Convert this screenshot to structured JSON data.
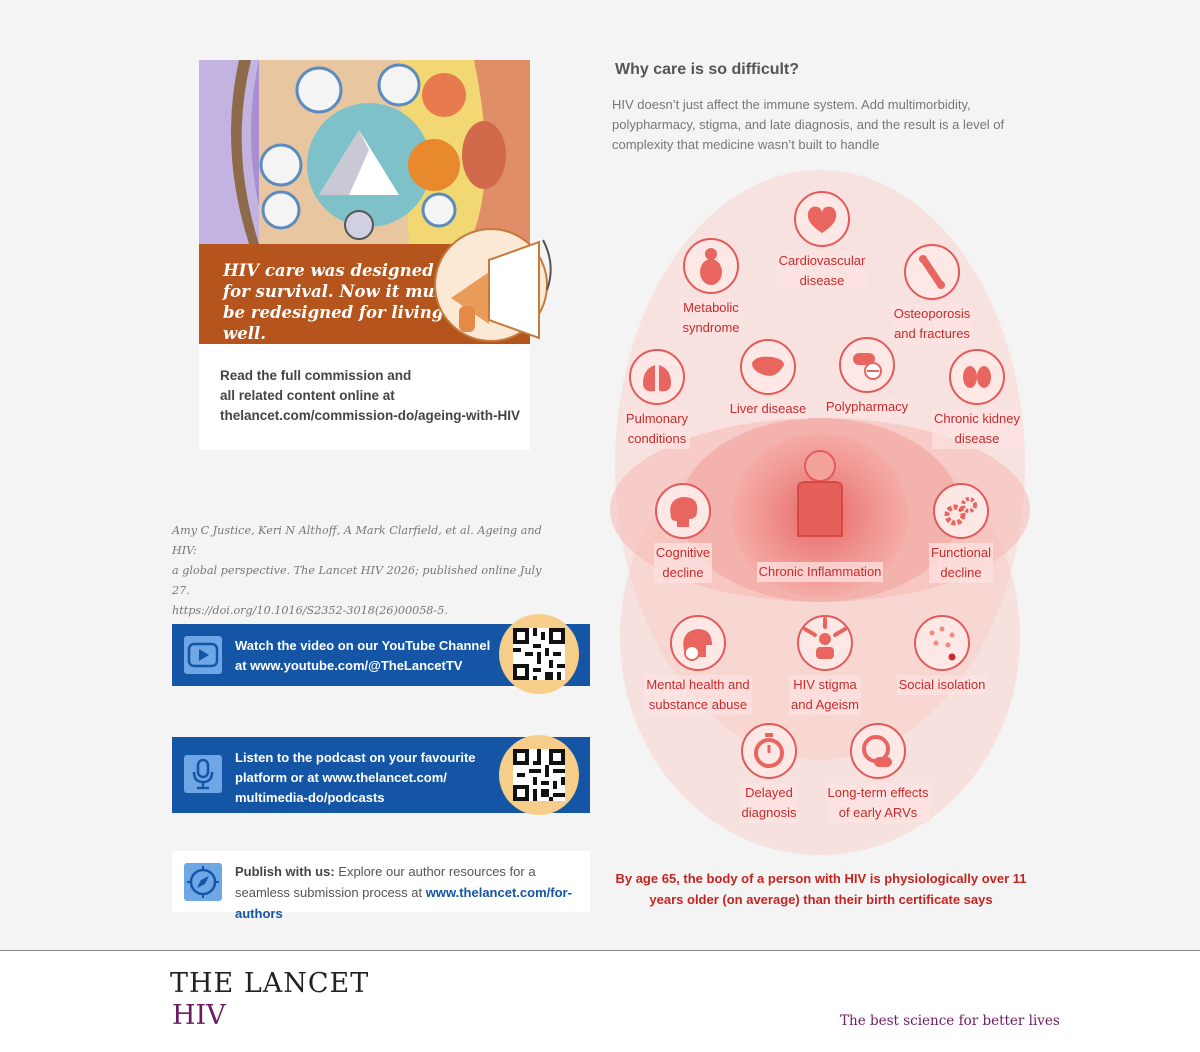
{
  "cover": {
    "slogan": "HIV care was designed for survival. Now it must be redesigned for living well.",
    "read_text_1": "Read the full commission and",
    "read_text_2": "all related content online at",
    "read_url": "thelancet.com/commission-do/ageing-with-HIV"
  },
  "citation": {
    "line1": "Amy C Justice, Keri N Althoff, A Mark Clarfield, et al. Ageing and HIV:",
    "line2": "a global perspective. The Lancet HIV 2026; published online July 27.",
    "line3": " https://doi.org/10.1016/S2352-3018(26)00058-5."
  },
  "youtube": {
    "line1": "Watch the video on our YouTube Channel",
    "line2": " at www.youtube.com/@TheLancetTV"
  },
  "podcast": {
    "line1": "Listen to the podcast on your favourite",
    "line2": "platform or at www.thelancet.com/",
    "line3": "multimedia-do/podcasts"
  },
  "publish": {
    "bold": "Publish with us:",
    "text": " Explore our author resources for a seamless submission process at ",
    "link": "www.thelancet.com/for-authors"
  },
  "why": {
    "title": "Why care is so difficult?",
    "body": "HIV doesn’t just affect the immune system. Add multimorbidity, polypharmacy, stigma, and late diagnosis, and the result is a level of complexity that medicine wasn’t built to handle"
  },
  "diagram": {
    "center": "Chronic Inflammation",
    "nodes": [
      {
        "id": "cardio",
        "line1": "Cardiovascular",
        "line2": "disease",
        "icon": "heart-icon"
      },
      {
        "id": "metabolic",
        "line1": "Metabolic",
        "line2": "syndrome",
        "icon": "body-icon"
      },
      {
        "id": "osteo",
        "line1": "Osteoporosis",
        "line2": "and fractures",
        "icon": "bone-icon"
      },
      {
        "id": "pulmonary",
        "line1": "Pulmonary",
        "line2": "conditions",
        "icon": "lungs-icon"
      },
      {
        "id": "liver",
        "line1": "Liver disease",
        "line2": "",
        "icon": "liver-icon"
      },
      {
        "id": "poly",
        "line1": "Polypharmacy",
        "line2": "",
        "icon": "pills-icon"
      },
      {
        "id": "kidney",
        "line1": "Chronic kidney",
        "line2": "disease",
        "icon": "kidney-icon"
      },
      {
        "id": "cognitive",
        "line1": "Cognitive",
        "line2": "decline",
        "icon": "brain-icon"
      },
      {
        "id": "functional",
        "line1": "Functional",
        "line2": "decline",
        "icon": "gears-icon"
      },
      {
        "id": "mental",
        "line1": "Mental health and",
        "line2": "substance abuse",
        "icon": "head-pill-icon"
      },
      {
        "id": "stigma",
        "line1": "HIV stigma",
        "line2": "and Ageism",
        "icon": "pointing-hands-icon"
      },
      {
        "id": "social",
        "line1": "Social isolation",
        "line2": "",
        "icon": "dots-icon"
      },
      {
        "id": "delayed",
        "line1": "Delayed",
        "line2": "diagnosis",
        "icon": "stopwatch-icon"
      },
      {
        "id": "arv",
        "line1": "Long-term effects",
        "line2": "of early ARVs",
        "icon": "clock-pill-icon"
      }
    ]
  },
  "bottom_note": "By age 65, the body of a person with HIV is physiologically over 11 years older (on average) than their birth certificate says",
  "footer": {
    "brand": "THE LANCET",
    "journal": "HIV",
    "tagline": "The best science for better lives"
  },
  "colors": {
    "accent_red": "#c62c2c",
    "banner_blue": "#1456a5",
    "cover_orange": "#b5541c",
    "brand_purple": "#6a1b63"
  }
}
